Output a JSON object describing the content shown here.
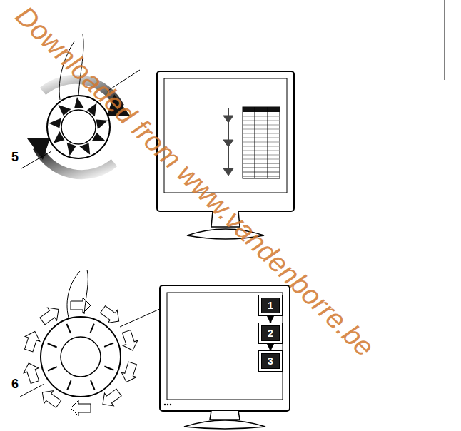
{
  "diagram": {
    "nodes": [
      {
        "text": [
          "1"
        ]
      },
      {
        "text": [
          "2"
        ]
      },
      {
        "text": [
          "3"
        ]
      }
    ],
    "edges": [
      {
        "from": 0,
        "to": 1,
        "arrow": "to"
      },
      {
        "from": 1,
        "to": 2,
        "arrow": "to"
      }
    ],
    "labels": [
      "5",
      "6",
      "Downloaded from www.vandenborre.be"
    ]
  }
}
